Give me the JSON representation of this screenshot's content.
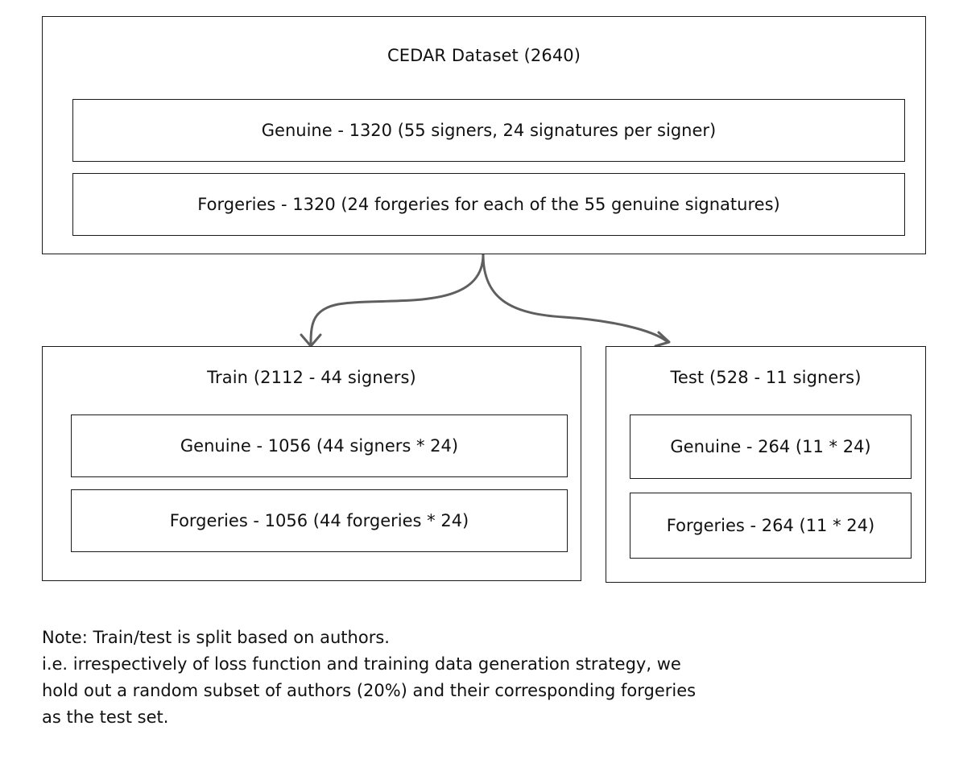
{
  "dataset": {
    "title": "CEDAR Dataset (2640)",
    "genuine": "Genuine - 1320 (55 signers, 24 signatures per signer)",
    "forgeries": "Forgeries - 1320 (24 forgeries for each of the 55 genuine signatures)"
  },
  "train": {
    "title": "Train (2112 - 44 signers)",
    "genuine": "Genuine - 1056 (44 signers * 24)",
    "forgeries": "Forgeries - 1056 (44 forgeries * 24)"
  },
  "test": {
    "title": "Test (528 - 11 signers)",
    "genuine": "Genuine - 264 (11 * 24)",
    "forgeries": "Forgeries - 264 (11 * 24)"
  },
  "note": {
    "lines": [
      "Note: Train/test is split based on authors.",
      "i.e. irrespectively of loss function and training data generation strategy, we",
      "hold out a random subset of authors (20%) and their corresponding forgeries",
      "as the test set."
    ]
  },
  "colors": {
    "box_border": "#1a1a1a",
    "connector": "#5f5f5f"
  }
}
